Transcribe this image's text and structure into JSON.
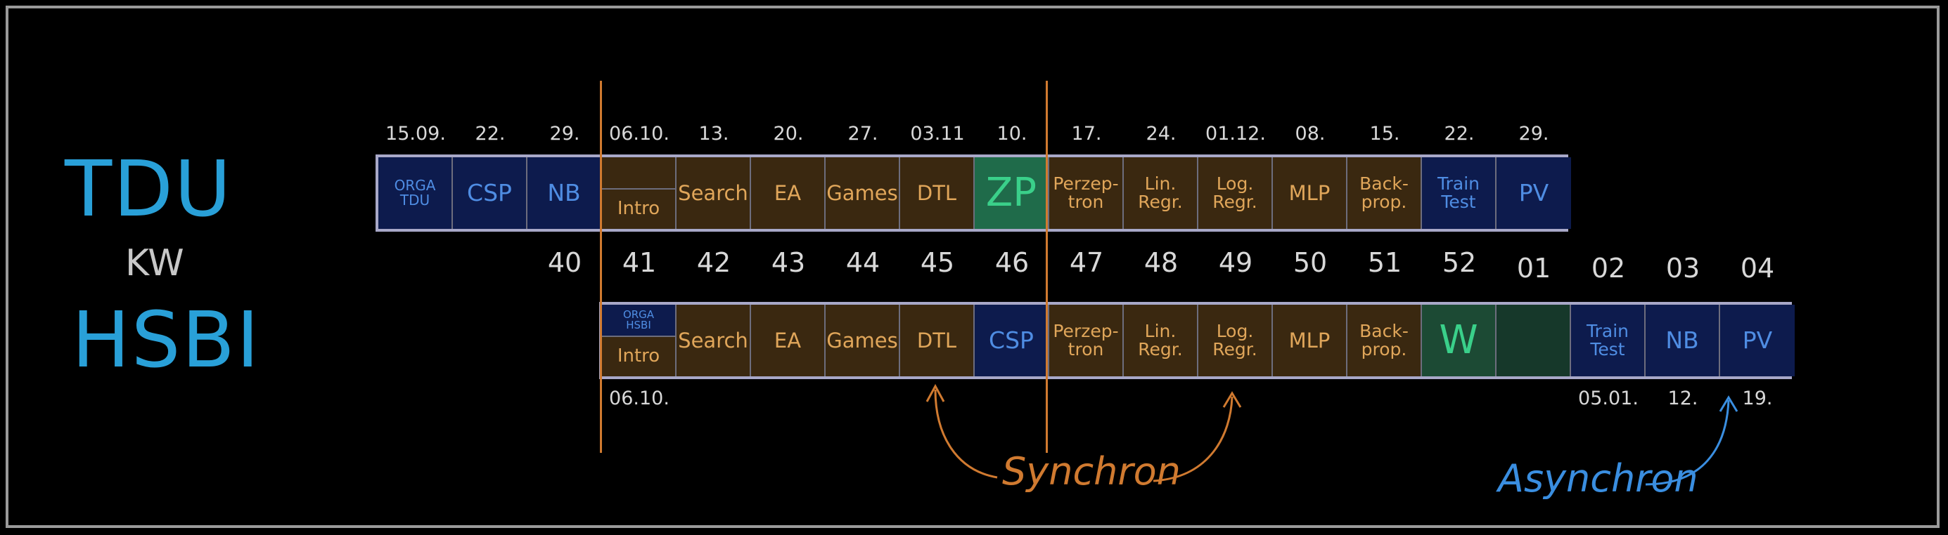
{
  "titles": {
    "top": "TDU",
    "middle": "KW",
    "bottom": "HSBI"
  },
  "tdu_dates": [
    "15.09.",
    "22.",
    "29.",
    "06.10.",
    "13.",
    "20.",
    "27.",
    "03.11",
    "10.",
    "17.",
    "24.",
    "01.12.",
    "08.",
    "15.",
    "22.",
    "29."
  ],
  "tdu_cells": [
    {
      "label": "ORGA\nTDU",
      "kind": "tdu"
    },
    {
      "label": "CSP",
      "kind": "tdu"
    },
    {
      "label": "NB",
      "kind": "tdu"
    },
    {
      "label": "",
      "kind": "split",
      "top": "",
      "bottom": "Intro"
    },
    {
      "label": "Search",
      "kind": "syn"
    },
    {
      "label": "EA",
      "kind": "syn"
    },
    {
      "label": "Games",
      "kind": "syn"
    },
    {
      "label": "DTL",
      "kind": "syn"
    },
    {
      "label": "ZP",
      "kind": "zp"
    },
    {
      "label": "Perzep-\ntron",
      "kind": "syn"
    },
    {
      "label": "Lin.\nRegr.",
      "kind": "syn"
    },
    {
      "label": "Log.\nRegr.",
      "kind": "syn"
    },
    {
      "label": "MLP",
      "kind": "syn"
    },
    {
      "label": "Back-\nprop.",
      "kind": "syn"
    },
    {
      "label": "Train\nTest",
      "kind": "tdu"
    },
    {
      "label": "PV",
      "kind": "tdu"
    }
  ],
  "weeks": [
    "40",
    "41",
    "42",
    "43",
    "44",
    "45",
    "46",
    "47",
    "48",
    "49",
    "50",
    "51",
    "52",
    "01",
    "02",
    "03",
    "04"
  ],
  "hsbi_cells": [
    {
      "label": "",
      "kind": "split",
      "top": "ORGA\nHSBI",
      "bottom": "Intro"
    },
    {
      "label": "Search",
      "kind": "syn"
    },
    {
      "label": "EA",
      "kind": "syn"
    },
    {
      "label": "Games",
      "kind": "syn"
    },
    {
      "label": "DTL",
      "kind": "syn"
    },
    {
      "label": "CSP",
      "kind": "tdu"
    },
    {
      "label": "Perzep-\ntron",
      "kind": "syn"
    },
    {
      "label": "Lin.\nRegr.",
      "kind": "syn"
    },
    {
      "label": "Log.\nRegr.",
      "kind": "syn"
    },
    {
      "label": "MLP",
      "kind": "syn"
    },
    {
      "label": "Back-\nprop.",
      "kind": "syn"
    },
    {
      "label": "W",
      "kind": "w"
    },
    {
      "label": "",
      "kind": "empty"
    },
    {
      "label": "Train\nTest",
      "kind": "tdu"
    },
    {
      "label": "NB",
      "kind": "tdu"
    },
    {
      "label": "PV",
      "kind": "tdu"
    }
  ],
  "hsbi_dates": [
    {
      "label": "06.10.",
      "col": 0
    },
    {
      "label": "05.01.",
      "col": 13
    },
    {
      "label": "12.",
      "col": 14
    },
    {
      "label": "19.",
      "col": 15
    }
  ],
  "annotations": {
    "sync": "Synchron",
    "async": "Asynchron"
  },
  "colors": {
    "tdu_cell": "#0d1b4d",
    "sync_cell": "#3a2810",
    "zp_cell": "#1f6b4a",
    "sync_line": "#d07a30",
    "async": "#3a8ee0",
    "title": "#29a0d8"
  }
}
